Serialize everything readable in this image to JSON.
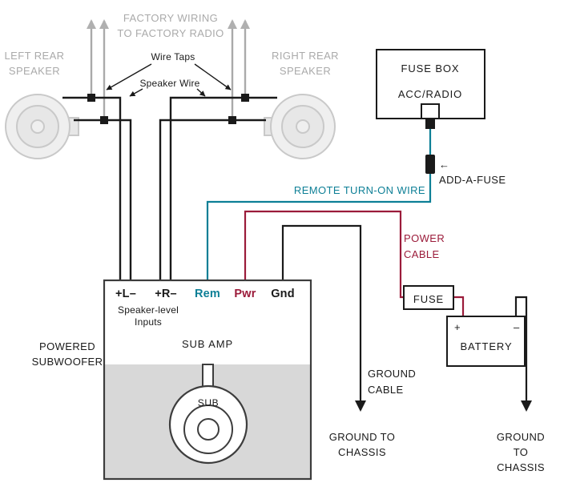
{
  "colors": {
    "ink": "#1a1a1a",
    "gray": "#aaaaaa",
    "teal": "#0d7f96",
    "red": "#9b1b3a",
    "panel_gray": "#d8d8d8",
    "speaker_gray": "#c9c9c9"
  },
  "top": {
    "factory_wiring": "FACTORY WIRING\nTO FACTORY RADIO",
    "wire_taps": "Wire Taps",
    "speaker_wire": "Speaker Wire",
    "left_speaker": "LEFT REAR\nSPEAKER",
    "right_speaker": "RIGHT REAR\nSPEAKER"
  },
  "fuse_box": {
    "title": "FUSE BOX",
    "circuit": "ACC/RADIO",
    "add_a_fuse_arrow": "←",
    "add_a_fuse": "ADD-A-FUSE"
  },
  "wires": {
    "remote": "REMOTE TURN-ON WIRE",
    "power": "POWER\nCABLE",
    "ground": "GROUND\nCABLE"
  },
  "amp": {
    "terminals": {
      "l": "+L–",
      "r": "+R–",
      "rem": "Rem",
      "pwr": "Pwr",
      "gnd": "Gnd"
    },
    "speaker_level": "Speaker-level\nInputs",
    "name": "SUB AMP",
    "outside_label": "POWERED\nSUBWOOFER",
    "sub": "SUB"
  },
  "power": {
    "fuse": "FUSE",
    "battery": "BATTERY",
    "plus": "+",
    "minus": "–"
  },
  "grounds": {
    "left": "GROUND TO\nCHASSIS",
    "right": "GROUND TO\nCHASSIS"
  }
}
